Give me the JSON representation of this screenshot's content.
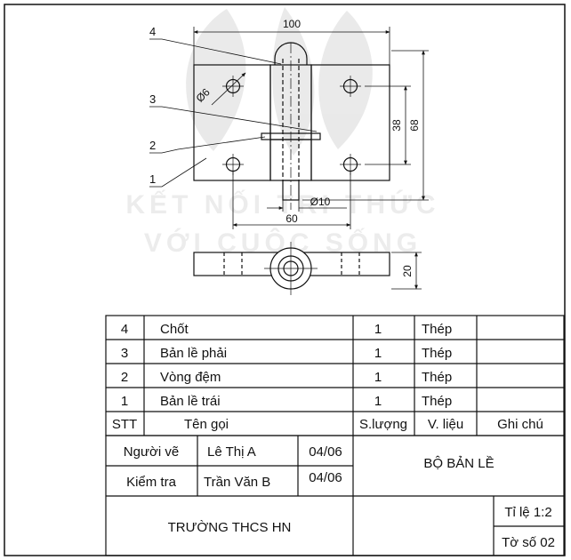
{
  "drawing": {
    "callouts": [
      "4",
      "3",
      "2",
      "1"
    ],
    "dimensions": {
      "width_total": "100",
      "hole_diameter": "Ø6",
      "height_38": "38",
      "height_68": "68",
      "pin_diameter": "Ø10",
      "width_60": "60",
      "thickness": "20"
    },
    "watermark": [
      "KẾT NỐI TRI THỨC",
      "VỚI CUỘC SỐNG"
    ]
  },
  "parts_list": {
    "rows": [
      {
        "stt": "4",
        "name": "Chốt",
        "qty": "1",
        "material": "Thép",
        "note": ""
      },
      {
        "stt": "3",
        "name": "Bản lề phải",
        "qty": "1",
        "material": "Thép",
        "note": ""
      },
      {
        "stt": "2",
        "name": "Vòng đệm",
        "qty": "1",
        "material": "Thép",
        "note": ""
      },
      {
        "stt": "1",
        "name": "Bản lề trái",
        "qty": "1",
        "material": "Thép",
        "note": ""
      }
    ],
    "header": {
      "stt": "STT",
      "name": "Tên gọi",
      "qty": "S.lượng",
      "material": "V. liệu",
      "note": "Ghi chú"
    }
  },
  "title_block": {
    "drawn_by_label": "Người vẽ",
    "drawn_by_name": "Lê Thị A",
    "drawn_by_date": "04/06",
    "checked_by_label": "Kiểm tra",
    "checked_by_name": "Trần Văn B",
    "checked_by_date": "04/06",
    "title": "BỘ BẢN LỀ",
    "school": "TRƯỜNG THCS HN",
    "scale": "Tỉ lệ 1:2",
    "sheet_no": "Tờ số 02"
  }
}
